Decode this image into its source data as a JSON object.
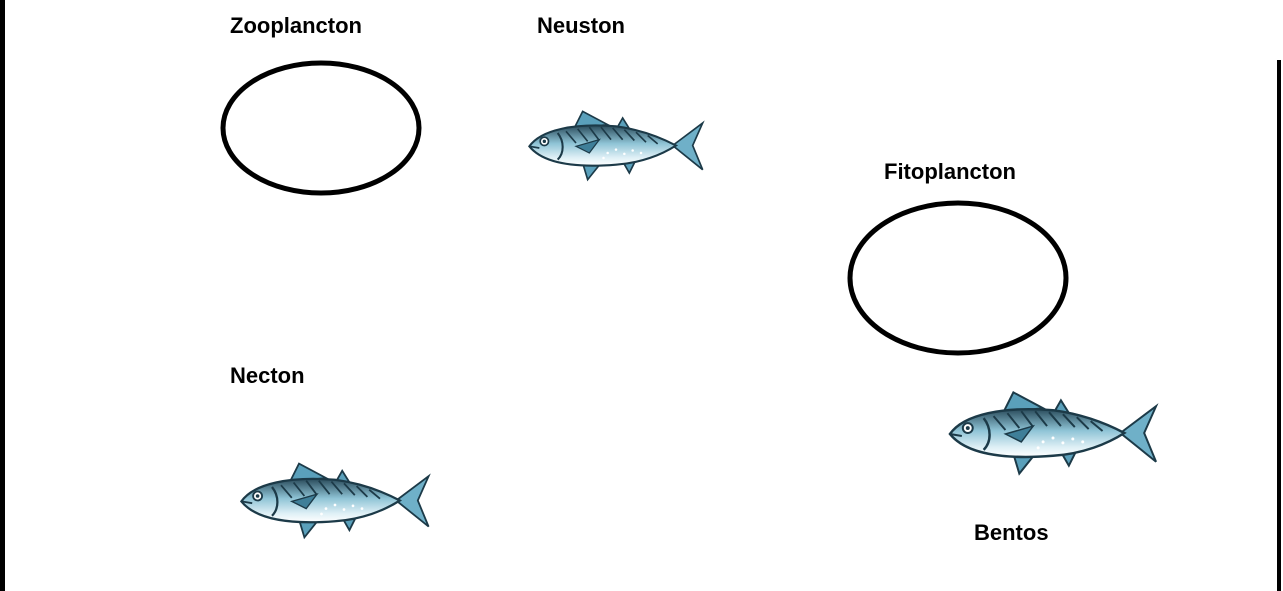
{
  "labels": {
    "zooplancton": "Zooplancton",
    "neuston": "Neuston",
    "fitoplancton": "Fitoplancton",
    "necton": "Necton",
    "bentos": "Bentos"
  },
  "icons": [
    "oval-outline",
    "fish-icon"
  ],
  "colors": {
    "outline": "#000000",
    "fish_body": "#8fc4d6",
    "fish_dark": "#1c3a48",
    "fish_belly": "#dff0f6"
  }
}
